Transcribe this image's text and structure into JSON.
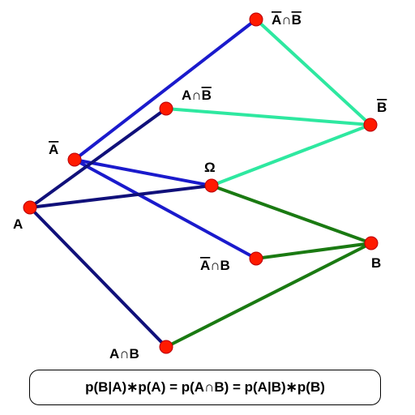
{
  "nodes": {
    "omega": "Ω",
    "a": "A",
    "not_a": "A",
    "b": "B",
    "not_b": "B",
    "a_and_b": "A∩B",
    "a_and_not_b_base": "A∩",
    "a_and_not_b_bar": "B",
    "not_a_and_b_bar": "A",
    "not_a_and_b_rest": "∩B",
    "not_a_and_not_b_bar1": "A",
    "not_a_and_not_b_mid": "∩",
    "not_a_and_not_b_bar2": "B"
  },
  "formula": "p(B|A)∗p(A) = p(A∩B) = p(A|B)∗p(B)",
  "colors": {
    "node_fill": "#ff1a00",
    "edge_blue": "#1a1acc",
    "edge_navy": "#10107a",
    "edge_teal": "#2ee8a0",
    "edge_green": "#1a7a12"
  }
}
